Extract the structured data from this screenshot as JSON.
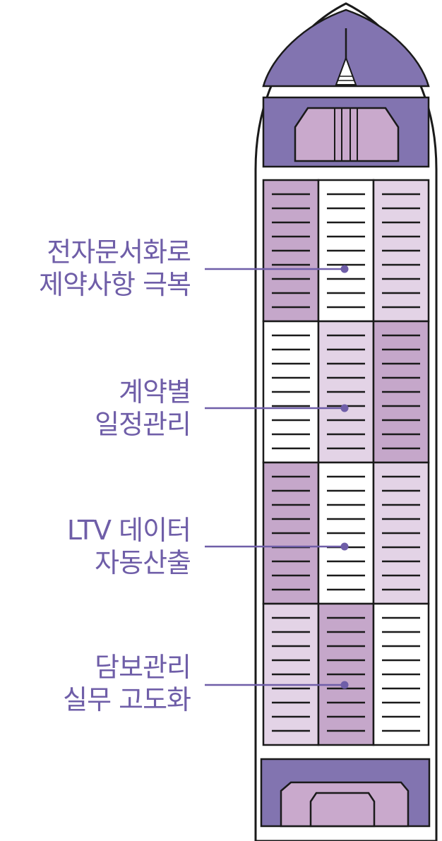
{
  "colors": {
    "outline": "#1a1a1a",
    "hull_fill": "#ffffff",
    "deck_dark": "#8274b0",
    "cabin": "#c9a9cc",
    "cell_dark": "#c5a7ca",
    "cell_light": "#e3d3e6",
    "cell_white": "#ffffff",
    "callout": "#6f5ea8"
  },
  "icons": {
    "ship": "cargo-ship-topview-icon",
    "mast": "mast-icon",
    "pointer_dot": "dot-icon"
  },
  "callouts": [
    {
      "line1": "전자문서화로",
      "line2": "제약사항 극복"
    },
    {
      "line1": "계약별",
      "line2": "일정관리"
    },
    {
      "line1": "LTV 데이터",
      "line2": "자동산출"
    },
    {
      "line1": "담보관리",
      "line2": "실무 고도화"
    }
  ],
  "cargo_pattern": [
    [
      "dark",
      "white",
      "light"
    ],
    [
      "white",
      "light",
      "dark"
    ],
    [
      "dark",
      "white",
      "light"
    ],
    [
      "light",
      "dark",
      "white"
    ]
  ]
}
